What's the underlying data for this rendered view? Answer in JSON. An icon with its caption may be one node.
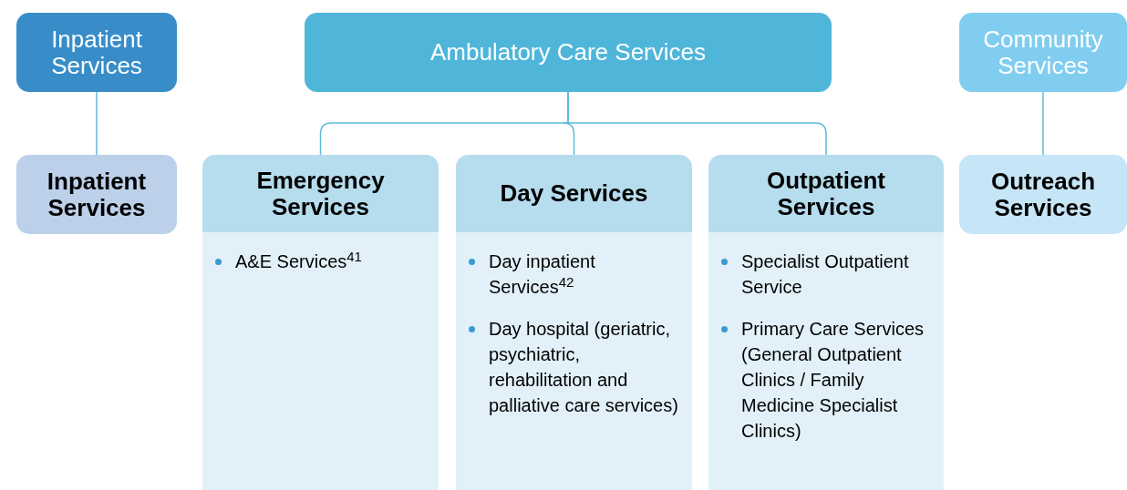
{
  "diagram": {
    "nodes": [
      {
        "text": [
          "Inpatient Services"
        ]
      },
      {
        "text": [
          "Ambulatory Care Services"
        ]
      },
      {
        "text": [
          "Community Services"
        ]
      },
      {
        "text": [
          "Inpatient Services"
        ]
      },
      {
        "text": [
          "Emergency Services",
          "A&E Services$^{41}$"
        ]
      },
      {
        "text": [
          "Day Services",
          "Day inpatient Services$^{42}$",
          "Day hospital (geriatric, psychiatric, rehabilitation and palliative care services)"
        ]
      },
      {
        "text": [
          "Outpatient Services",
          "Specialist Outpatient Service",
          "Primary Care Services (General Outpatient Clinics / Family Medicine Specialist Clinics)"
        ]
      },
      {
        "text": [
          "Outreach Services"
        ]
      }
    ],
    "edges": [
      {
        "from": 0,
        "to": 3,
        "arrow": "none"
      },
      {
        "from": 1,
        "to": 4,
        "arrow": "none"
      },
      {
        "from": 1,
        "to": 5,
        "arrow": "none"
      },
      {
        "from": 1,
        "to": 6,
        "arrow": "none"
      },
      {
        "from": 2,
        "to": 7,
        "arrow": "none"
      }
    ]
  }
}
